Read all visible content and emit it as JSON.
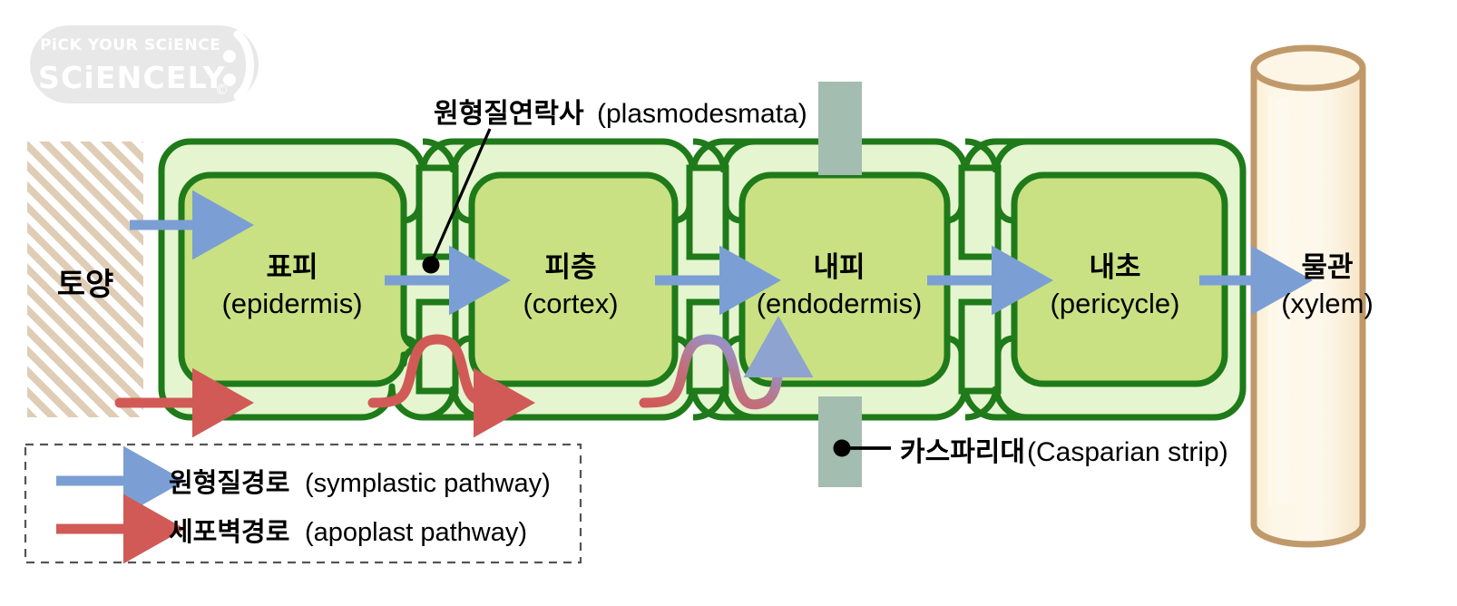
{
  "logo": {
    "tagline": "PiCK YOUR SCiENCE",
    "brand": "SCiENCELY",
    "copyright": "©",
    "color": "#e8e8e8"
  },
  "soil": {
    "label_kr": "토양",
    "hatch_color": "#e0cdb6",
    "background": "#ffffff"
  },
  "cells": [
    {
      "name_kr": "표피",
      "name_en": "(epidermis)"
    },
    {
      "name_kr": "피층",
      "name_en": "(cortex)"
    },
    {
      "name_kr": "내피",
      "name_en": "(endodermis)"
    },
    {
      "name_kr": "내초",
      "name_en": "(pericycle)"
    }
  ],
  "xylem": {
    "name_kr": "물관",
    "name_en": "(xylem)",
    "border_color": "#c0996b",
    "fill_color": "#fbeed3",
    "highlight_color": "#fdf7e8"
  },
  "annotations": {
    "plasmodesmata": {
      "kr": "원형질연락사",
      "en": "(plasmodesmata)"
    },
    "casparian": {
      "kr": "카스파리대",
      "en": "(Casparian strip)",
      "band_color": "#a3bdb0"
    }
  },
  "legend": {
    "items": [
      {
        "kr": "원형질경로",
        "en": "(symplastic pathway)",
        "arrow_color": "#7b9fd4",
        "icon": "blue-arrow-icon"
      },
      {
        "kr": "세포벽경로",
        "en": "(apoplast pathway)",
        "arrow_color": "#d15a56",
        "icon": "red-arrow-icon"
      }
    ],
    "border_style": "dashed"
  },
  "palette": {
    "cell_outline": "#1f7a1a",
    "cell_wall_fill": "#e5f5cf",
    "cytoplasm_fill": "#c9e183",
    "symplast_arrow": "#7b9fd4",
    "apoplast_arrow": "#d15a56",
    "leader_line": "#000000"
  }
}
